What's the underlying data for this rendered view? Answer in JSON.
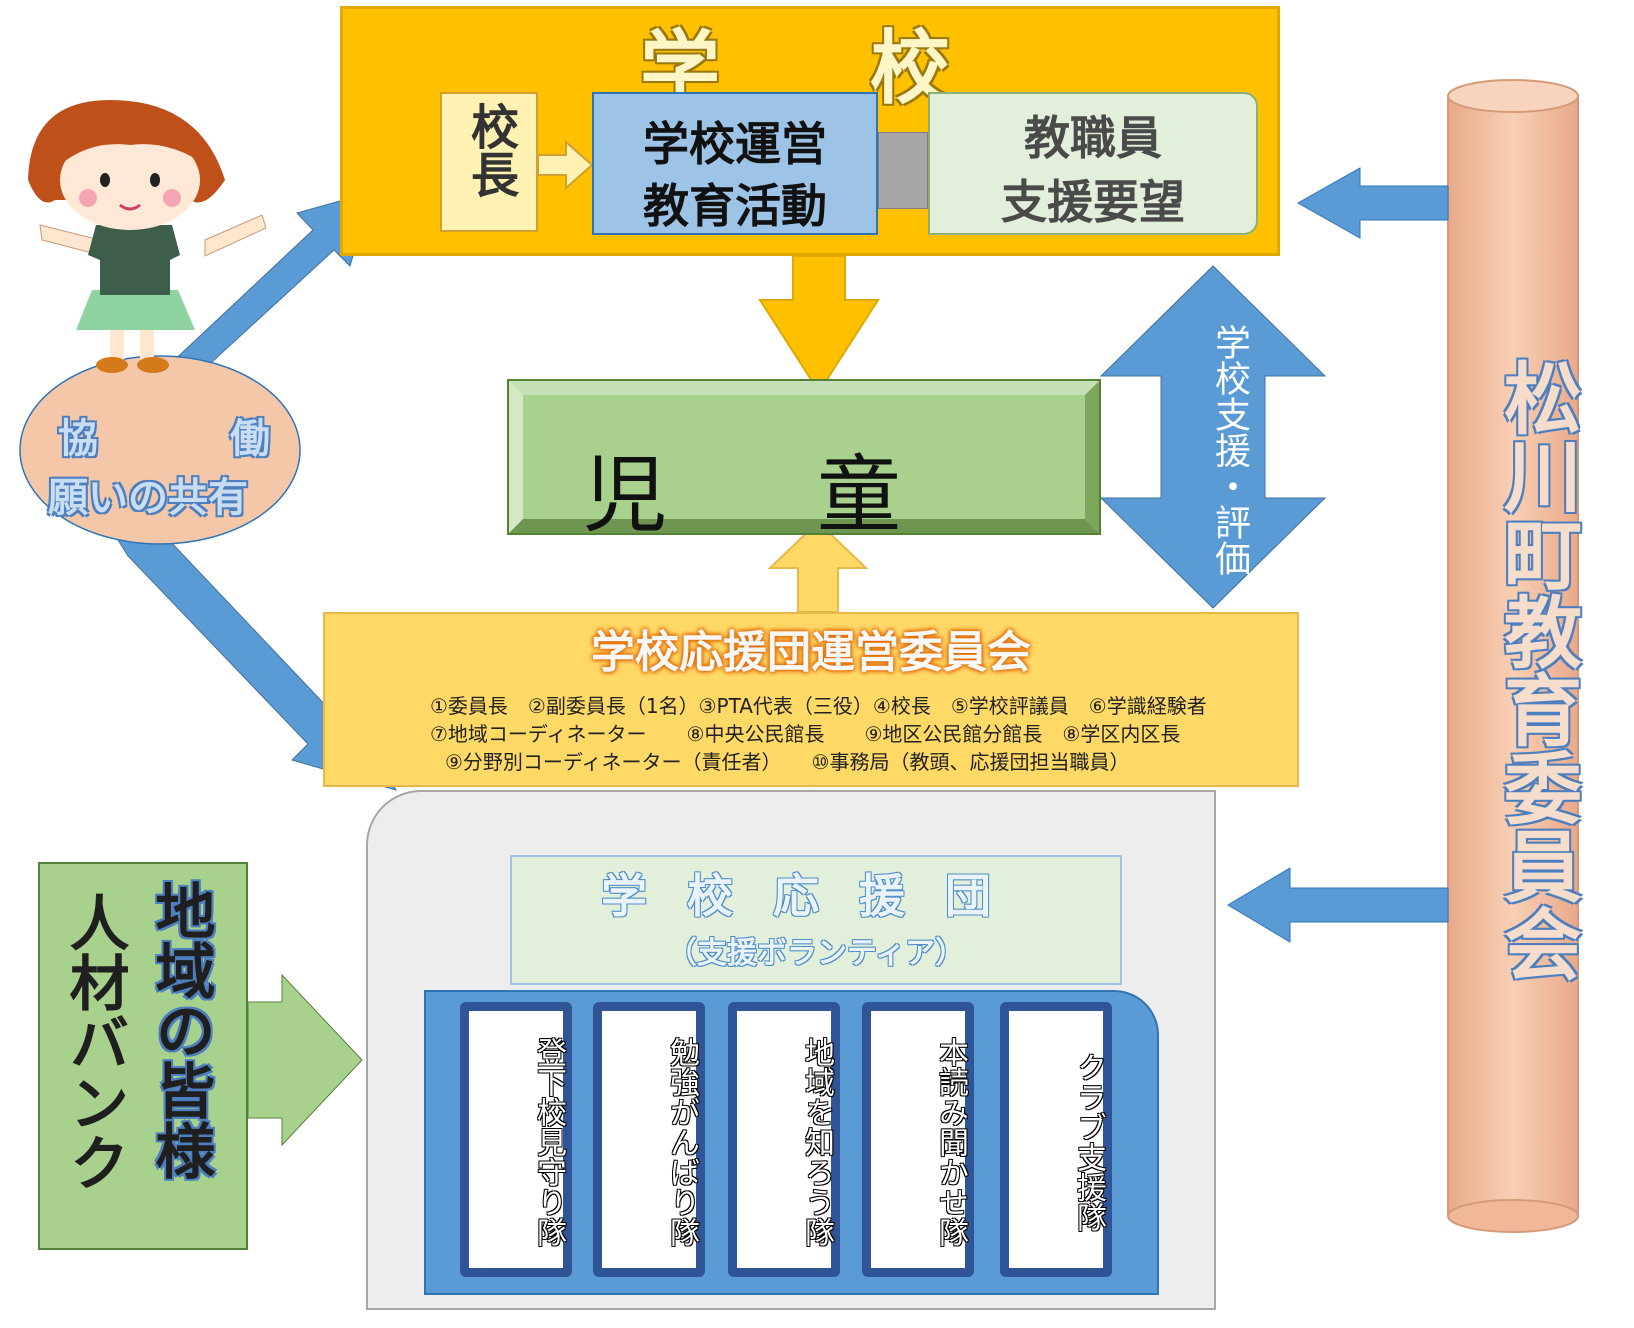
{
  "school": {
    "title": "学校",
    "principal": "校長",
    "operations_line1": "学校運営",
    "operations_line2": "教育活動",
    "staff_line1": "教職員",
    "staff_line2": "支援要望"
  },
  "children": {
    "label": "児童"
  },
  "support_eval": {
    "label": "学校支援・評価"
  },
  "collaboration": {
    "word1": "協",
    "word2": "働",
    "line2": "願いの共有"
  },
  "committee": {
    "title": "学校応援団運営委員会",
    "members_line1": "①委員長　②副委員長（1名）③PTA代表（三役）④校長　⑤学校評議員　⑥学識経験者",
    "members_line2": "⑦地域コーディネーター　　⑧中央公民館長　　⑨地区公民館分館長　⑧学区内区長",
    "members_line3": "⑨分野別コーディネーター（責任者）　　⑩事務局（教頭、応援団担当職員）"
  },
  "support_group": {
    "title": "学校応援団",
    "subtitle": "（支援ボランティア）",
    "teams": [
      "登下校見守り隊",
      "勉強がんばり隊",
      "地域を知ろう隊",
      "本読み聞かせ隊",
      "クラブ支援隊"
    ]
  },
  "community_bank": {
    "col1": "地域の皆様",
    "col2": "人材バンク"
  },
  "board": {
    "label": "松川町教育委員会"
  },
  "colors": {
    "school_fill": "#FFC000",
    "children_fill": "#A9D18E",
    "committee_fill": "#FFD966",
    "arrow_blue": "#5B9BD5",
    "board_fill": "#F4C7A8"
  }
}
